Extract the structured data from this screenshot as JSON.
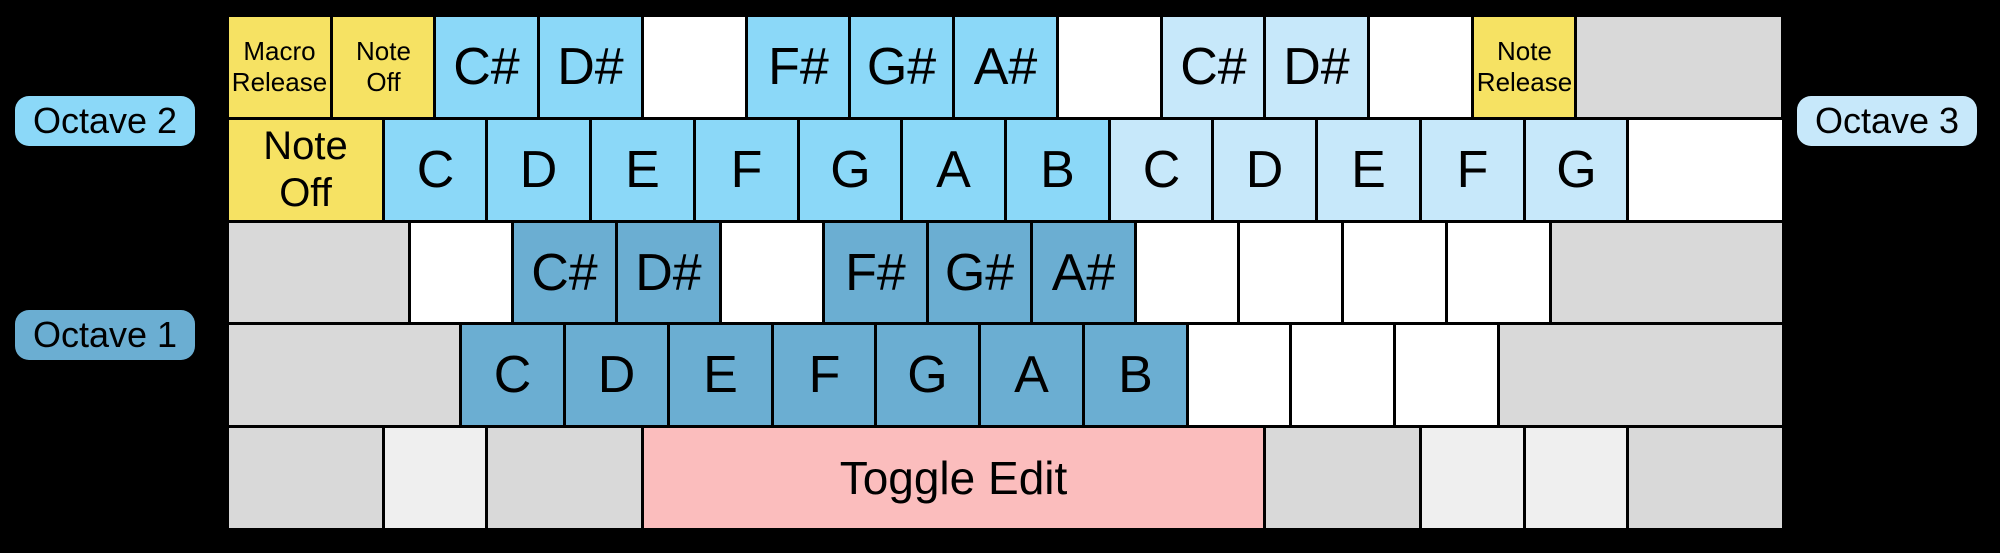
{
  "page": {
    "background": "#000000",
    "description": "Tracker keyboard note-mapping diagram"
  },
  "colors": {
    "octave1_blue": "#6BAED2",
    "octave2_blue": "#8BD8F8",
    "octave3_blue": "#C7E8FA",
    "command_yellow": "#F6E263",
    "toggle_pink": "#FBBDBD",
    "modifier_gray": "#D9D9D9",
    "modifier_light_gray": "#EFEFEF",
    "blank_white": "#FFFFFF",
    "key_border": "#000000",
    "key_text": "#000000"
  },
  "octave_labels": {
    "octave2": {
      "text": "Octave 2"
    },
    "octave1": {
      "text": "Octave 1"
    },
    "octave3": {
      "text": "Octave 3"
    }
  },
  "keyboard": {
    "rows": [
      {
        "keys": [
          {
            "name": "key-macro-release",
            "lines": [
              "Macro",
              "Release"
            ],
            "type": "command",
            "size": "small",
            "units": 1
          },
          {
            "name": "key-note-off",
            "lines": [
              "Note",
              "Off"
            ],
            "type": "command",
            "size": "small",
            "units": 1
          },
          {
            "name": "key-oct2-c-sharp",
            "label": "C#",
            "type": "note-oct2",
            "units": 1
          },
          {
            "name": "key-oct2-d-sharp",
            "label": "D#",
            "type": "note-oct2",
            "units": 1
          },
          {
            "name": "key-unassigned",
            "label": "",
            "type": "blank",
            "units": 1
          },
          {
            "name": "key-oct2-f-sharp",
            "label": "F#",
            "type": "note-oct2",
            "units": 1
          },
          {
            "name": "key-oct2-g-sharp",
            "label": "G#",
            "type": "note-oct2",
            "units": 1
          },
          {
            "name": "key-oct2-a-sharp",
            "label": "A#",
            "type": "note-oct2",
            "units": 1
          },
          {
            "name": "key-unassigned",
            "label": "",
            "type": "blank",
            "units": 1
          },
          {
            "name": "key-oct3-c-sharp",
            "label": "C#",
            "type": "note-oct3",
            "units": 1
          },
          {
            "name": "key-oct3-d-sharp",
            "label": "D#",
            "type": "note-oct3",
            "units": 1
          },
          {
            "name": "key-unassigned",
            "label": "",
            "type": "blank",
            "units": 1
          },
          {
            "name": "key-note-release",
            "lines": [
              "Note",
              "Release"
            ],
            "type": "command",
            "size": "small",
            "units": 1
          },
          {
            "name": "key-inactive",
            "label": "",
            "type": "inactive",
            "units": 2
          }
        ]
      },
      {
        "keys": [
          {
            "name": "key-note-off",
            "lines": [
              "Note",
              "Off"
            ],
            "type": "command",
            "size": "medium",
            "units": 1.5
          },
          {
            "name": "key-oct2-c",
            "label": "C",
            "type": "note-oct2",
            "units": 1
          },
          {
            "name": "key-oct2-d",
            "label": "D",
            "type": "note-oct2",
            "units": 1
          },
          {
            "name": "key-oct2-e",
            "label": "E",
            "type": "note-oct2",
            "units": 1
          },
          {
            "name": "key-oct2-f",
            "label": "F",
            "type": "note-oct2",
            "units": 1
          },
          {
            "name": "key-oct2-g",
            "label": "G",
            "type": "note-oct2",
            "units": 1
          },
          {
            "name": "key-oct2-a",
            "label": "A",
            "type": "note-oct2",
            "units": 1
          },
          {
            "name": "key-oct2-b",
            "label": "B",
            "type": "note-oct2",
            "units": 1
          },
          {
            "name": "key-oct3-c",
            "label": "C",
            "type": "note-oct3",
            "units": 1
          },
          {
            "name": "key-oct3-d",
            "label": "D",
            "type": "note-oct3",
            "units": 1
          },
          {
            "name": "key-oct3-e",
            "label": "E",
            "type": "note-oct3",
            "units": 1
          },
          {
            "name": "key-oct3-f",
            "label": "F",
            "type": "note-oct3",
            "units": 1
          },
          {
            "name": "key-oct3-g",
            "label": "G",
            "type": "note-oct3",
            "units": 1
          },
          {
            "name": "key-unassigned",
            "label": "",
            "type": "blank",
            "units": 1.5
          }
        ]
      },
      {
        "keys": [
          {
            "name": "key-inactive",
            "label": "",
            "type": "inactive",
            "units": 1.75
          },
          {
            "name": "key-unassigned",
            "label": "",
            "type": "blank",
            "units": 1
          },
          {
            "name": "key-oct1-c-sharp",
            "label": "C#",
            "type": "note-oct1",
            "units": 1
          },
          {
            "name": "key-oct1-d-sharp",
            "label": "D#",
            "type": "note-oct1",
            "units": 1
          },
          {
            "name": "key-unassigned",
            "label": "",
            "type": "blank",
            "units": 1
          },
          {
            "name": "key-oct1-f-sharp",
            "label": "F#",
            "type": "note-oct1",
            "units": 1
          },
          {
            "name": "key-oct1-g-sharp",
            "label": "G#",
            "type": "note-oct1",
            "units": 1
          },
          {
            "name": "key-oct1-a-sharp",
            "label": "A#",
            "type": "note-oct1",
            "units": 1
          },
          {
            "name": "key-unassigned",
            "label": "",
            "type": "blank",
            "units": 1
          },
          {
            "name": "key-unassigned",
            "label": "",
            "type": "blank",
            "units": 1
          },
          {
            "name": "key-unassigned",
            "label": "",
            "type": "blank",
            "units": 1
          },
          {
            "name": "key-unassigned",
            "label": "",
            "type": "blank",
            "units": 1
          },
          {
            "name": "key-inactive",
            "label": "",
            "type": "inactive",
            "units": 2.25
          }
        ]
      },
      {
        "keys": [
          {
            "name": "key-inactive",
            "label": "",
            "type": "inactive",
            "units": 2.25
          },
          {
            "name": "key-oct1-c",
            "label": "C",
            "type": "note-oct1",
            "units": 1
          },
          {
            "name": "key-oct1-d",
            "label": "D",
            "type": "note-oct1",
            "units": 1
          },
          {
            "name": "key-oct1-e",
            "label": "E",
            "type": "note-oct1",
            "units": 1
          },
          {
            "name": "key-oct1-f",
            "label": "F",
            "type": "note-oct1",
            "units": 1
          },
          {
            "name": "key-oct1-g",
            "label": "G",
            "type": "note-oct1",
            "units": 1
          },
          {
            "name": "key-oct1-a",
            "label": "A",
            "type": "note-oct1",
            "units": 1
          },
          {
            "name": "key-oct1-b",
            "label": "B",
            "type": "note-oct1",
            "units": 1
          },
          {
            "name": "key-unassigned",
            "label": "",
            "type": "blank",
            "units": 1
          },
          {
            "name": "key-unassigned",
            "label": "",
            "type": "blank",
            "units": 1
          },
          {
            "name": "key-unassigned",
            "label": "",
            "type": "blank",
            "units": 1
          },
          {
            "name": "key-inactive",
            "label": "",
            "type": "inactive",
            "units": 2.75
          }
        ]
      },
      {
        "keys": [
          {
            "name": "key-inactive",
            "label": "",
            "type": "inactive",
            "units": 1.5
          },
          {
            "name": "key-inactive",
            "label": "",
            "type": "inactive-light",
            "units": 1
          },
          {
            "name": "key-inactive",
            "label": "",
            "type": "inactive",
            "units": 1.5
          },
          {
            "name": "key-toggle-edit",
            "label": "Toggle Edit",
            "type": "toggle",
            "size": "toggle-size",
            "units": 6
          },
          {
            "name": "key-inactive",
            "label": "",
            "type": "inactive",
            "units": 1.5
          },
          {
            "name": "key-inactive",
            "label": "",
            "type": "inactive-light",
            "units": 1
          },
          {
            "name": "key-inactive",
            "label": "",
            "type": "inactive-light",
            "units": 1
          },
          {
            "name": "key-inactive",
            "label": "",
            "type": "inactive",
            "units": 1.5
          }
        ]
      }
    ]
  }
}
